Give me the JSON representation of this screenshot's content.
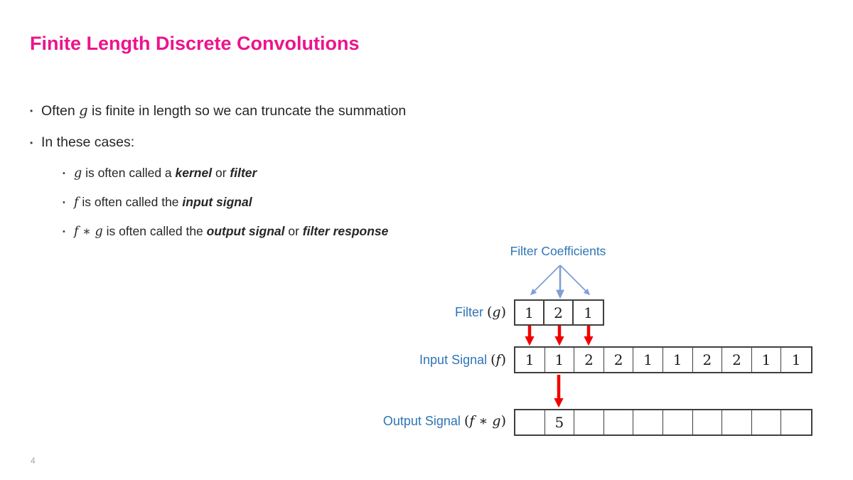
{
  "slide": {
    "title": "Finite Length Discrete Convolutions",
    "page_number": "4",
    "bullet_marker": "•",
    "colors": {
      "title_pink": "#EC148C",
      "label_blue": "#2E75B6",
      "fan_arrow_blue": "#7F9FD6",
      "arrow_red": "#F20000",
      "body_text": "#262626",
      "grid_border": "#3F3F3F"
    }
  },
  "bullets": [
    {
      "level": 1,
      "segments": [
        {
          "t": "Often ",
          "s": "n"
        },
        {
          "t": "g",
          "s": "m"
        },
        {
          "t": " is finite in length so we can truncate the summation",
          "s": "n"
        }
      ]
    },
    {
      "level": 1,
      "segments": [
        {
          "t": "In these cases:",
          "s": "n"
        }
      ]
    },
    {
      "level": 2,
      "segments": [
        {
          "t": "g",
          "s": "m"
        },
        {
          "t": " is often called a ",
          "s": "n"
        },
        {
          "t": "kernel",
          "s": "b"
        },
        {
          "t": " or ",
          "s": "n"
        },
        {
          "t": "filter",
          "s": "b"
        }
      ]
    },
    {
      "level": 2,
      "segments": [
        {
          "t": "f",
          "s": "m"
        },
        {
          "t": " is often called the ",
          "s": "n"
        },
        {
          "t": "input signal",
          "s": "b"
        }
      ]
    },
    {
      "level": 2,
      "segments": [
        {
          "t": "f",
          "s": "m"
        },
        {
          "t": " ∗ ",
          "s": "p"
        },
        {
          "t": "g",
          "s": "m"
        },
        {
          "t": " is often called the ",
          "s": "n"
        },
        {
          "t": "output signal",
          "s": "b"
        },
        {
          "t": " or ",
          "s": "n"
        },
        {
          "t": "filter response",
          "s": "b"
        }
      ]
    }
  ],
  "diagram": {
    "coefficients_label": "Filter Coefficients",
    "rows": {
      "filter": {
        "label": [
          {
            "t": "Filter ",
            "s": "n"
          },
          {
            "t": "(",
            "s": "p"
          },
          {
            "t": "g",
            "s": "m"
          },
          {
            "t": ")",
            "s": "p"
          }
        ],
        "cells": [
          "1",
          "2",
          "1"
        ]
      },
      "input": {
        "label": [
          {
            "t": "Input Signal ",
            "s": "n"
          },
          {
            "t": "(",
            "s": "p"
          },
          {
            "t": "f",
            "s": "m"
          },
          {
            "t": ")",
            "s": "p"
          }
        ],
        "cells": [
          "1",
          "1",
          "2",
          "2",
          "1",
          "1",
          "2",
          "2",
          "1",
          "1"
        ]
      },
      "output": {
        "label": [
          {
            "t": "Output Signal ",
            "s": "n"
          },
          {
            "t": "(",
            "s": "p"
          },
          {
            "t": "f",
            "s": "m"
          },
          {
            "t": " ∗ ",
            "s": "p"
          },
          {
            "t": "g",
            "s": "m"
          },
          {
            "t": ")",
            "s": "p"
          }
        ],
        "cells": [
          "",
          "5",
          "",
          "",
          "",
          "",
          "",
          "",
          "",
          ""
        ]
      }
    }
  }
}
